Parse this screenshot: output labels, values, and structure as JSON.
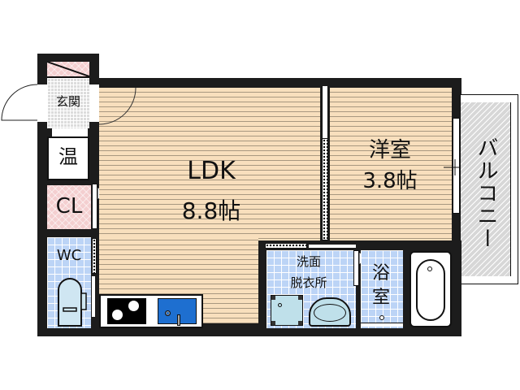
{
  "floorplan": {
    "rooms": {
      "entrance": {
        "label": "玄関"
      },
      "water_heater": {
        "label": "温"
      },
      "closet": {
        "label": "CL"
      },
      "toilet": {
        "label": "WC"
      },
      "ldk": {
        "label": "LDK",
        "size": "8.8帖"
      },
      "western_room": {
        "label": "洋室",
        "size": "3.8帖"
      },
      "washroom": {
        "label_line1": "洗面",
        "label_line2": "脱衣所"
      },
      "bathroom": {
        "label_line1": "浴",
        "label_line2": "室"
      },
      "balcony": {
        "label": "バルコニー"
      }
    },
    "colors": {
      "wall": "#1c1c1c",
      "wood_floor": "#f8dfbd",
      "wet_floor": "#bcd4f6",
      "closet_floor": "#f4cfd0",
      "balcony_floor": "#d7d7d7",
      "sink": "#1e6fd0"
    }
  }
}
